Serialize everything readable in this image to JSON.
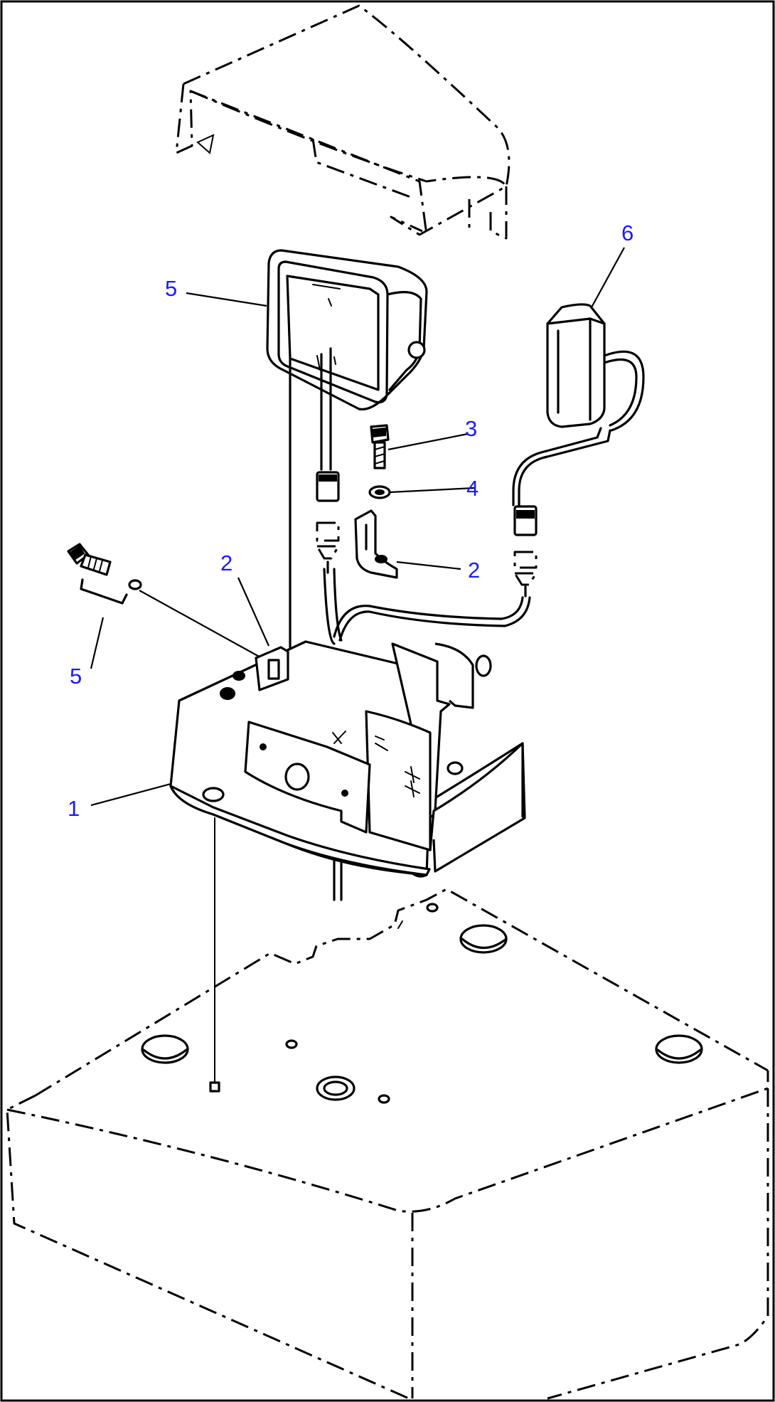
{
  "callouts": [
    {
      "id": "c1",
      "label": "1",
      "color": "#1a1aff"
    },
    {
      "id": "c2a",
      "label": "2",
      "color": "#1a1aff"
    },
    {
      "id": "c2b",
      "label": "2",
      "color": "#1a1aff"
    },
    {
      "id": "c3",
      "label": "3",
      "color": "#1a1aff"
    },
    {
      "id": "c4",
      "label": "4",
      "color": "#1a1aff"
    },
    {
      "id": "c5a",
      "label": "5",
      "color": "#1a1aff"
    },
    {
      "id": "c5b",
      "label": "5",
      "color": "#1a1aff"
    },
    {
      "id": "c6",
      "label": "6",
      "color": "#1a1aff"
    }
  ],
  "colors": {
    "lines": "#000000",
    "callout": "#1a1aff",
    "background": "#ffffff"
  }
}
